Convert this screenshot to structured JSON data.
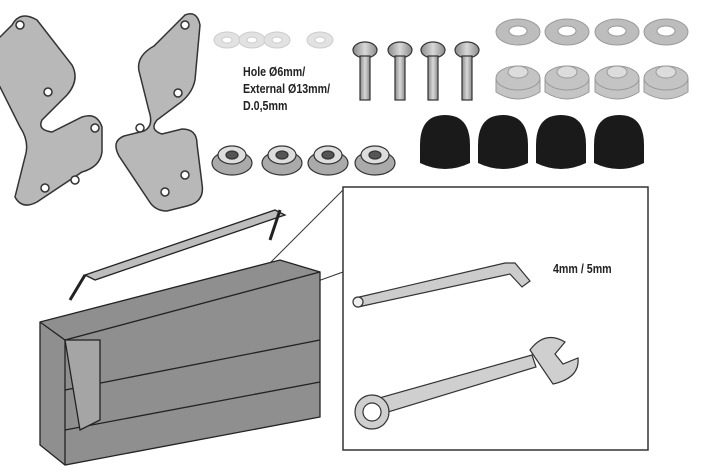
{
  "washer_spec": {
    "line1": "Hole Ø6mm/",
    "line2": "External Ø13mm/",
    "line3": "D.0,5mm"
  },
  "tool_size_label": "4mm / 5mm",
  "colors": {
    "metal": "#b5b5b5",
    "metal_dark": "#6f6f6f",
    "outline": "#333333",
    "cap": "#1a1a1a",
    "washer_light": "#e2e2e2"
  }
}
